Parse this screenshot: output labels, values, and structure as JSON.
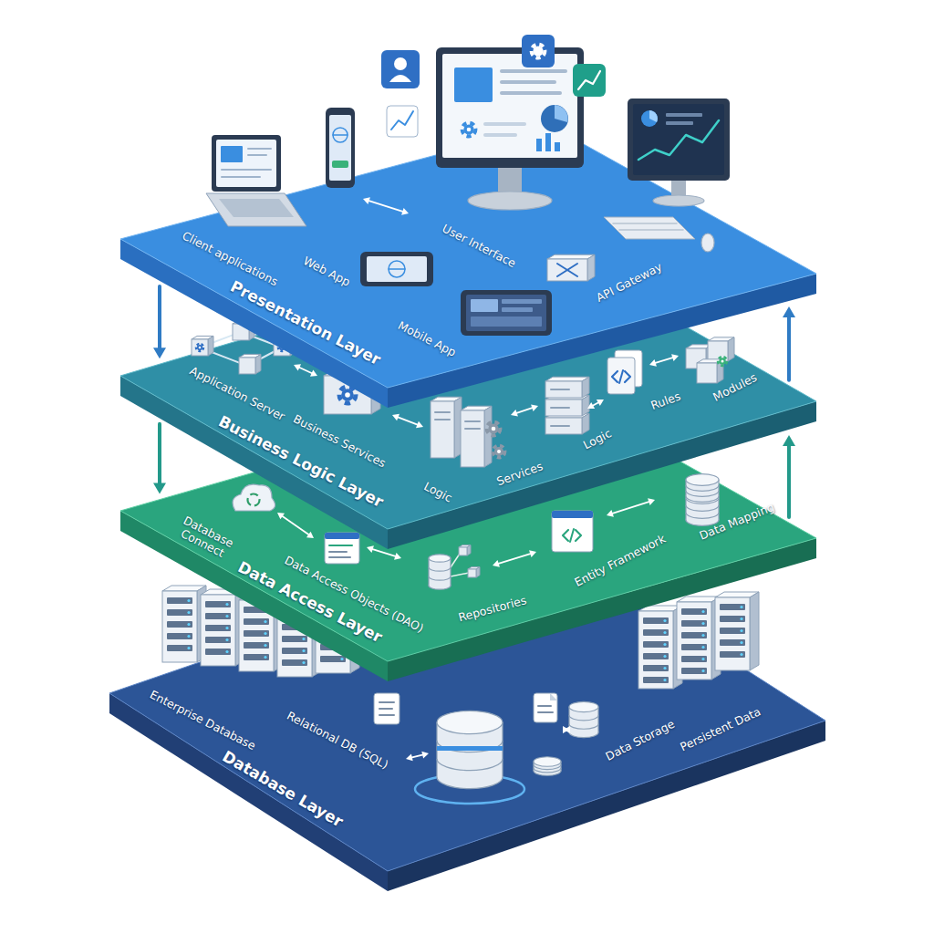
{
  "diagram": {
    "nodes": [
      {
        "text": [
          "Presentation Layer"
        ]
      },
      {
        "text": [
          "Business Logic Layer"
        ]
      },
      {
        "text": [
          "Data Access Layer"
        ]
      },
      {
        "text": [
          "Database Layer"
        ]
      }
    ],
    "edges": [
      {
        "from": 0,
        "to": 1,
        "arrow": "to"
      },
      {
        "from": 1,
        "to": 0,
        "arrow": "to"
      },
      {
        "from": 1,
        "to": 2,
        "arrow": "to"
      },
      {
        "from": 2,
        "to": 1,
        "arrow": "to"
      }
    ],
    "labels": [
      "Client applications",
      "Web App",
      "User Interface",
      "Mobile App",
      "API Gateway",
      "Application Server",
      "Business Services",
      "Logic",
      "Services",
      "Logic",
      "Rules",
      "Modules",
      "Database Connect",
      "Data Access Objects (DAO)",
      "Repositories",
      "Entity Framework",
      "Data Mapping",
      "Enterprise Database",
      "Relational DB (SQL)",
      "Data Storage",
      "Persistent Data"
    ]
  }
}
